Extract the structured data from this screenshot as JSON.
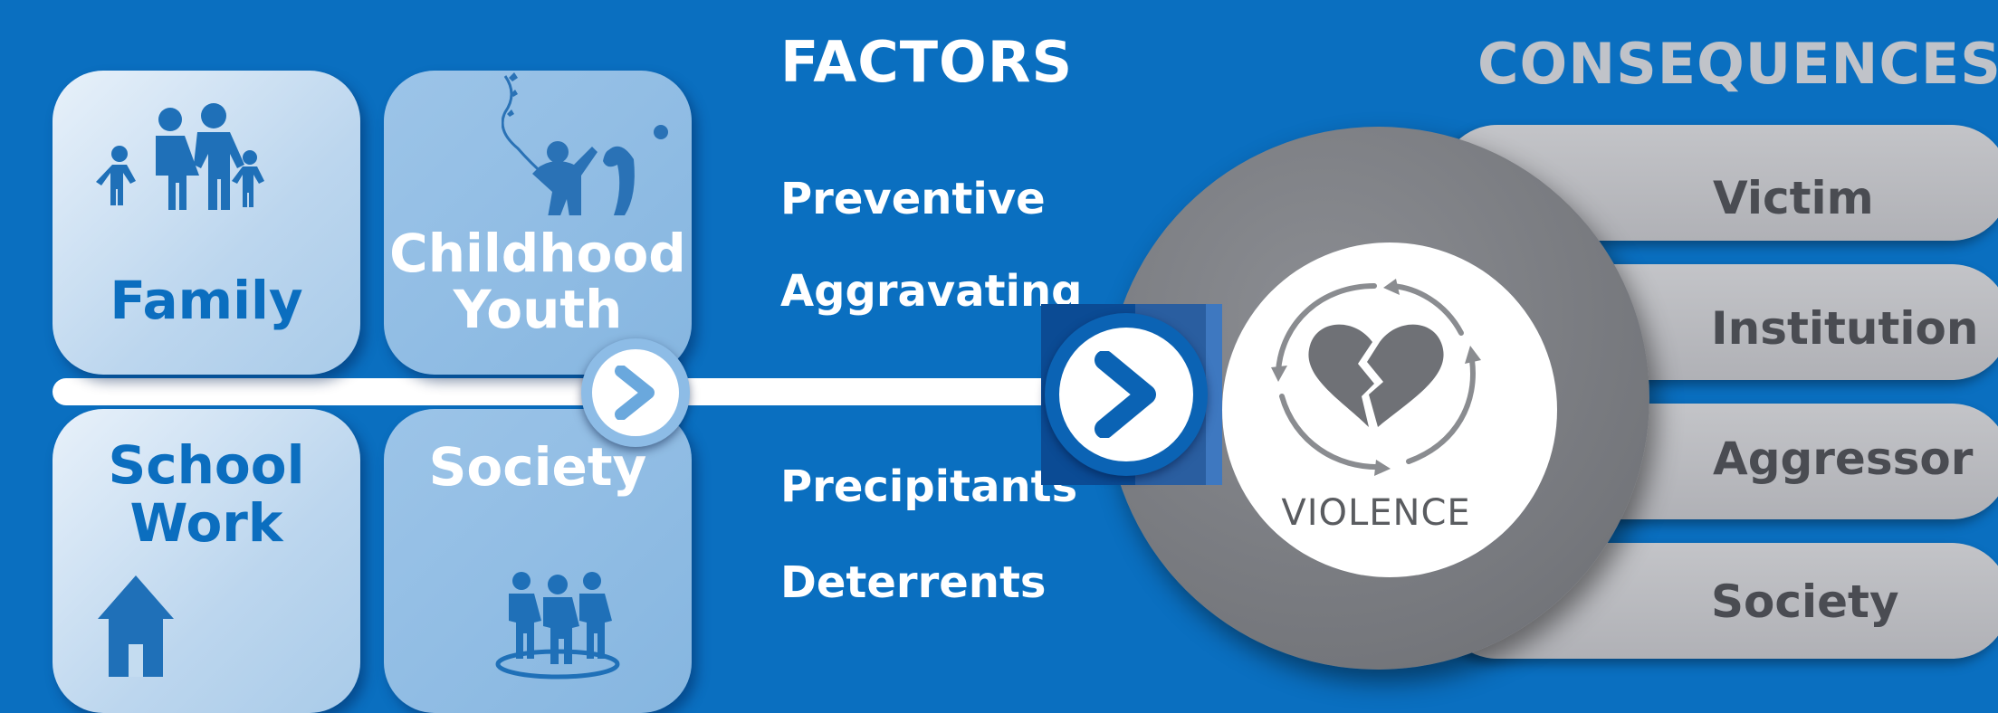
{
  "tiles": {
    "family": "Family",
    "childhood_line1": "Childhood",
    "childhood_line2": "Youth",
    "school_line1": "School",
    "school_line2": "Work",
    "society": "Society"
  },
  "factors": {
    "heading": "FACTORS",
    "items": [
      "Preventive",
      "Aggravating",
      "Precipitants",
      "Deterrents"
    ]
  },
  "center": {
    "label": "VIOLENCE"
  },
  "consequences": {
    "heading": "CONSEQUENCES",
    "items": [
      "Victim",
      "Institution",
      "Aggressor",
      "Society"
    ]
  },
  "colors": {
    "background": "#0a6fc0",
    "tile_text": "#0b6ebf",
    "consequence_heading": "#c0c3c9",
    "ring": "#7a7c80",
    "pill": "#b8b9bd",
    "pill_text": "#4a4c52"
  }
}
